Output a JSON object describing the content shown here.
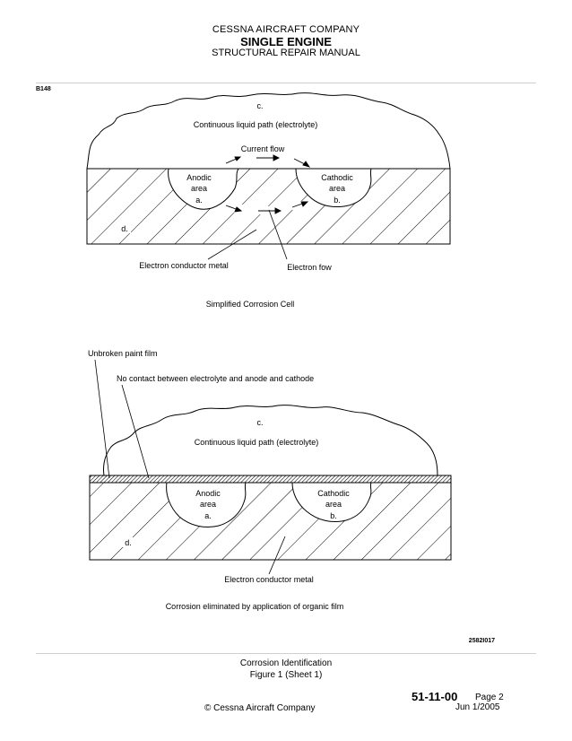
{
  "header": {
    "company": "CESSNA AIRCRAFT COMPANY",
    "title": "SINGLE ENGINE",
    "subtitle": "STRUCTURAL REPAIR MANUAL"
  },
  "figure": {
    "code_top": "B148",
    "code_bottom": "2582I017",
    "top": {
      "label_c": "c.",
      "electrolyte": "Continuous liquid path (electrolyte)",
      "current_flow": "Current flow",
      "anodic": [
        "Anodic",
        "area",
        "a."
      ],
      "cathodic": [
        "Cathodic",
        "area",
        "b."
      ],
      "label_d": "d.",
      "conductor": "Electron conductor metal",
      "electron_flow": "Electron fow",
      "caption": "Simplified Corrosion Cell"
    },
    "bottom": {
      "paint_film": "Unbroken paint film",
      "no_contact": "No contact between electrolyte and anode and cathode",
      "label_c": "c.",
      "electrolyte": "Continuous liquid path (electrolyte)",
      "anodic": [
        "Anodic",
        "area",
        "a."
      ],
      "cathodic": [
        "Cathodic",
        "area",
        "b."
      ],
      "label_d": "d.",
      "conductor": "Electron conductor metal",
      "caption": "Corrosion eliminated by application of organic film"
    },
    "caption_line1": "Corrosion Identification",
    "caption_line2": "Figure 1 (Sheet 1)"
  },
  "footer": {
    "page_number": "51-11-00",
    "page": "Page 2",
    "copyright": "© Cessna Aircraft Company",
    "date": "Jun 1/2005"
  }
}
